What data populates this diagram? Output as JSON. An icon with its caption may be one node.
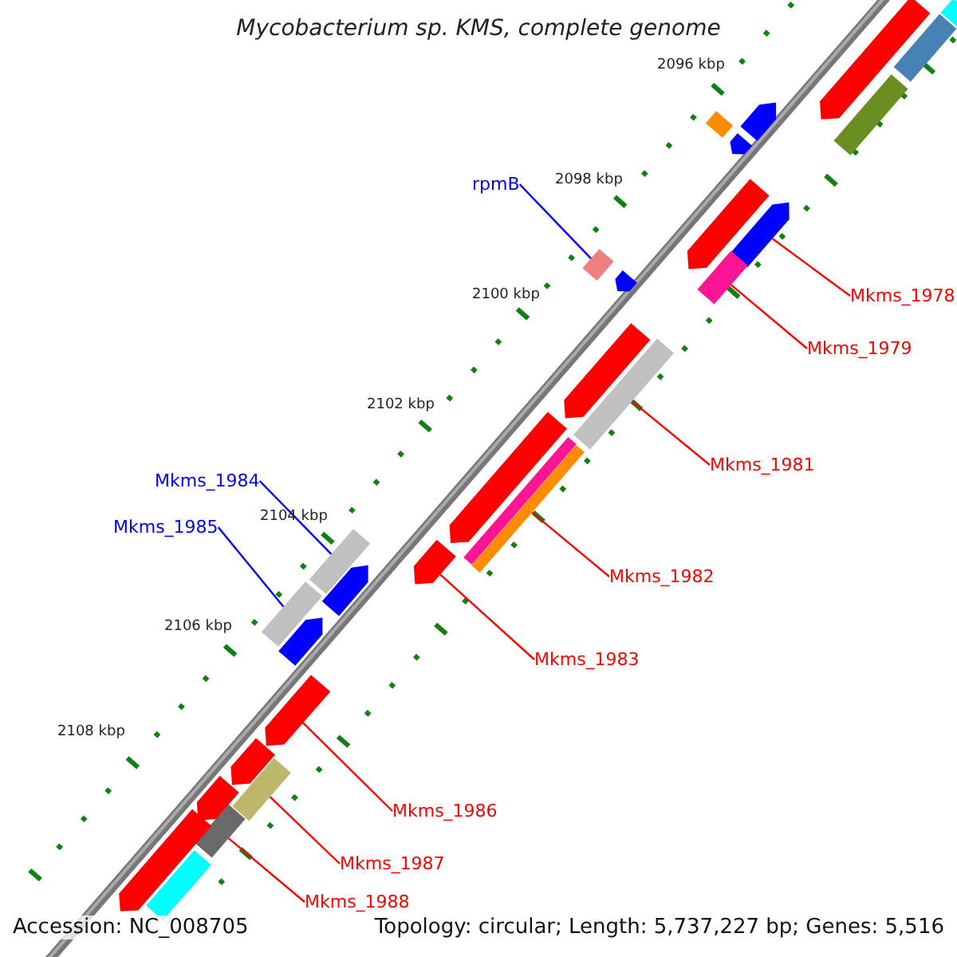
{
  "diagram": {
    "title": "Mycobacterium sp. KMS, complete genome",
    "nodes": [
      {
        "text": [
          "rpmB"
        ]
      },
      {
        "text": [
          "Mkms_1978"
        ]
      },
      {
        "text": [
          "Mkms_1979"
        ]
      },
      {
        "text": [
          "Mkms_1981"
        ]
      },
      {
        "text": [
          "Mkms_1982"
        ]
      },
      {
        "text": [
          "Mkms_1983"
        ]
      },
      {
        "text": [
          "Mkms_1984"
        ]
      },
      {
        "text": [
          "Mkms_1985"
        ]
      },
      {
        "text": [
          "Mkms_1986"
        ]
      },
      {
        "text": [
          "Mkms_1987"
        ]
      },
      {
        "text": [
          "Mkms_1988"
        ]
      },
      {
        "text": [],
        "shape": "box"
      },
      {
        "text": [],
        "shape": "arrow"
      },
      {
        "text": [],
        "shape": "box"
      },
      {
        "text": [],
        "shape": "box"
      },
      {
        "text": [],
        "shape": "box"
      },
      {
        "text": [],
        "shape": "arrow"
      },
      {
        "text": [],
        "shape": "box"
      },
      {
        "text": [],
        "shape": "box"
      },
      {
        "text": [],
        "shape": "arrow"
      },
      {
        "text": [],
        "shape": "box"
      },
      {
        "text": [],
        "shape": "box"
      },
      {
        "text": [],
        "shape": "arrow"
      },
      {
        "text": [],
        "shape": "arrow"
      },
      {
        "text": [],
        "shape": "arrow"
      },
      {
        "text": [],
        "shape": "arrow"
      },
      {
        "text": [],
        "shape": "arrow"
      },
      {
        "text": [],
        "shape": "arrow"
      },
      {
        "text": [],
        "shape": "arrow"
      },
      {
        "text": [],
        "shape": "box"
      },
      {
        "text": [],
        "shape": "box"
      },
      {
        "text": [],
        "shape": "box"
      },
      {
        "text": [],
        "shape": "box"
      },
      {
        "text": [],
        "shape": "box"
      },
      {
        "text": [],
        "shape": "arrow"
      },
      {
        "text": [],
        "shape": "box"
      },
      {
        "text": [],
        "shape": "arrow"
      },
      {
        "text": [],
        "shape": "arrow"
      },
      {
        "text": [],
        "shape": "arrow"
      },
      {
        "text": [],
        "shape": "arrow"
      }
    ],
    "edges": [
      {
        "from": 0,
        "to": 11,
        "arrow": "none",
        "color": "#0000ff"
      },
      {
        "from": 1,
        "to": 12,
        "arrow": "none"
      },
      {
        "from": 2,
        "to": 13,
        "arrow": "none"
      },
      {
        "from": 3,
        "to": 14,
        "arrow": "none"
      },
      {
        "from": 4,
        "to": 15,
        "arrow": "none"
      },
      {
        "from": 5,
        "to": 16,
        "arrow": "none"
      },
      {
        "from": 6,
        "to": 17,
        "arrow": "none",
        "color": "#0000ff"
      },
      {
        "from": 7,
        "to": 18,
        "arrow": "none",
        "color": "#0000ff"
      },
      {
        "from": 8,
        "to": 19,
        "arrow": "none"
      },
      {
        "from": 9,
        "to": 20,
        "arrow": "none"
      },
      {
        "from": 10,
        "to": 21,
        "arrow": "none"
      }
    ],
    "labels": [
      "2096 kbp",
      "2098 kbp",
      "2100 kbp",
      "2102 kbp",
      "2104 kbp",
      "2106 kbp",
      "2108 kbp",
      "Accession: NC_008705",
      "Topology: circular; Length: 5,737,227 bp; Genes: 5,516"
    ]
  }
}
